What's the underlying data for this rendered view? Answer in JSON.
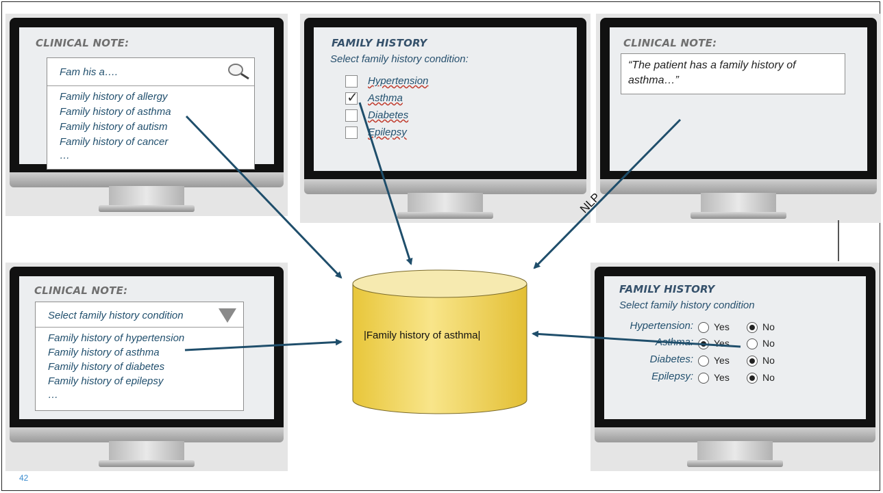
{
  "panel_tl": {
    "heading": "CLINICAL NOTE:",
    "search_text": "Fam his a….",
    "items": [
      "Family history of allergy",
      "Family history of asthma",
      "Family history of autism",
      "Family history of cancer",
      "…"
    ]
  },
  "panel_tm": {
    "heading": "FAMILY HISTORY",
    "subheading": "Select family history condition:",
    "options": [
      {
        "label": "Hypertension",
        "checked": false
      },
      {
        "label": "Asthma",
        "checked": true
      },
      {
        "label": "Diabetes",
        "checked": false
      },
      {
        "label": "Epilepsy",
        "checked": false
      }
    ],
    "check_mark": "✓"
  },
  "panel_tr": {
    "heading": "CLINICAL NOTE:",
    "note": "“The patient has a family history of asthma…”"
  },
  "panel_bl": {
    "heading": "CLINICAL NOTE:",
    "select_text": "Select family history condition",
    "items": [
      "Family history of hypertension",
      "Family history of asthma",
      "Family history of diabetes",
      "Family history of epilepsy",
      "…"
    ]
  },
  "panel_br": {
    "heading": "FAMILY HISTORY",
    "subheading": "Select family history condition",
    "yes_label": "Yes",
    "no_label": "No",
    "rows": [
      {
        "condition": "Hypertension:",
        "answer": "No"
      },
      {
        "condition": "Asthma:",
        "answer": "Yes"
      },
      {
        "condition": "Diabetes:",
        "answer": "No"
      },
      {
        "condition": "Epilepsy:",
        "answer": "No"
      }
    ]
  },
  "database": {
    "label": "|Family history of asthma|"
  },
  "nlp_label": "NLP",
  "page_number": "42",
  "colors": {
    "arrow": "#1f4e6b",
    "cylinder_top": "#f5e9a0",
    "cylinder_body": "#f0cf4a"
  }
}
